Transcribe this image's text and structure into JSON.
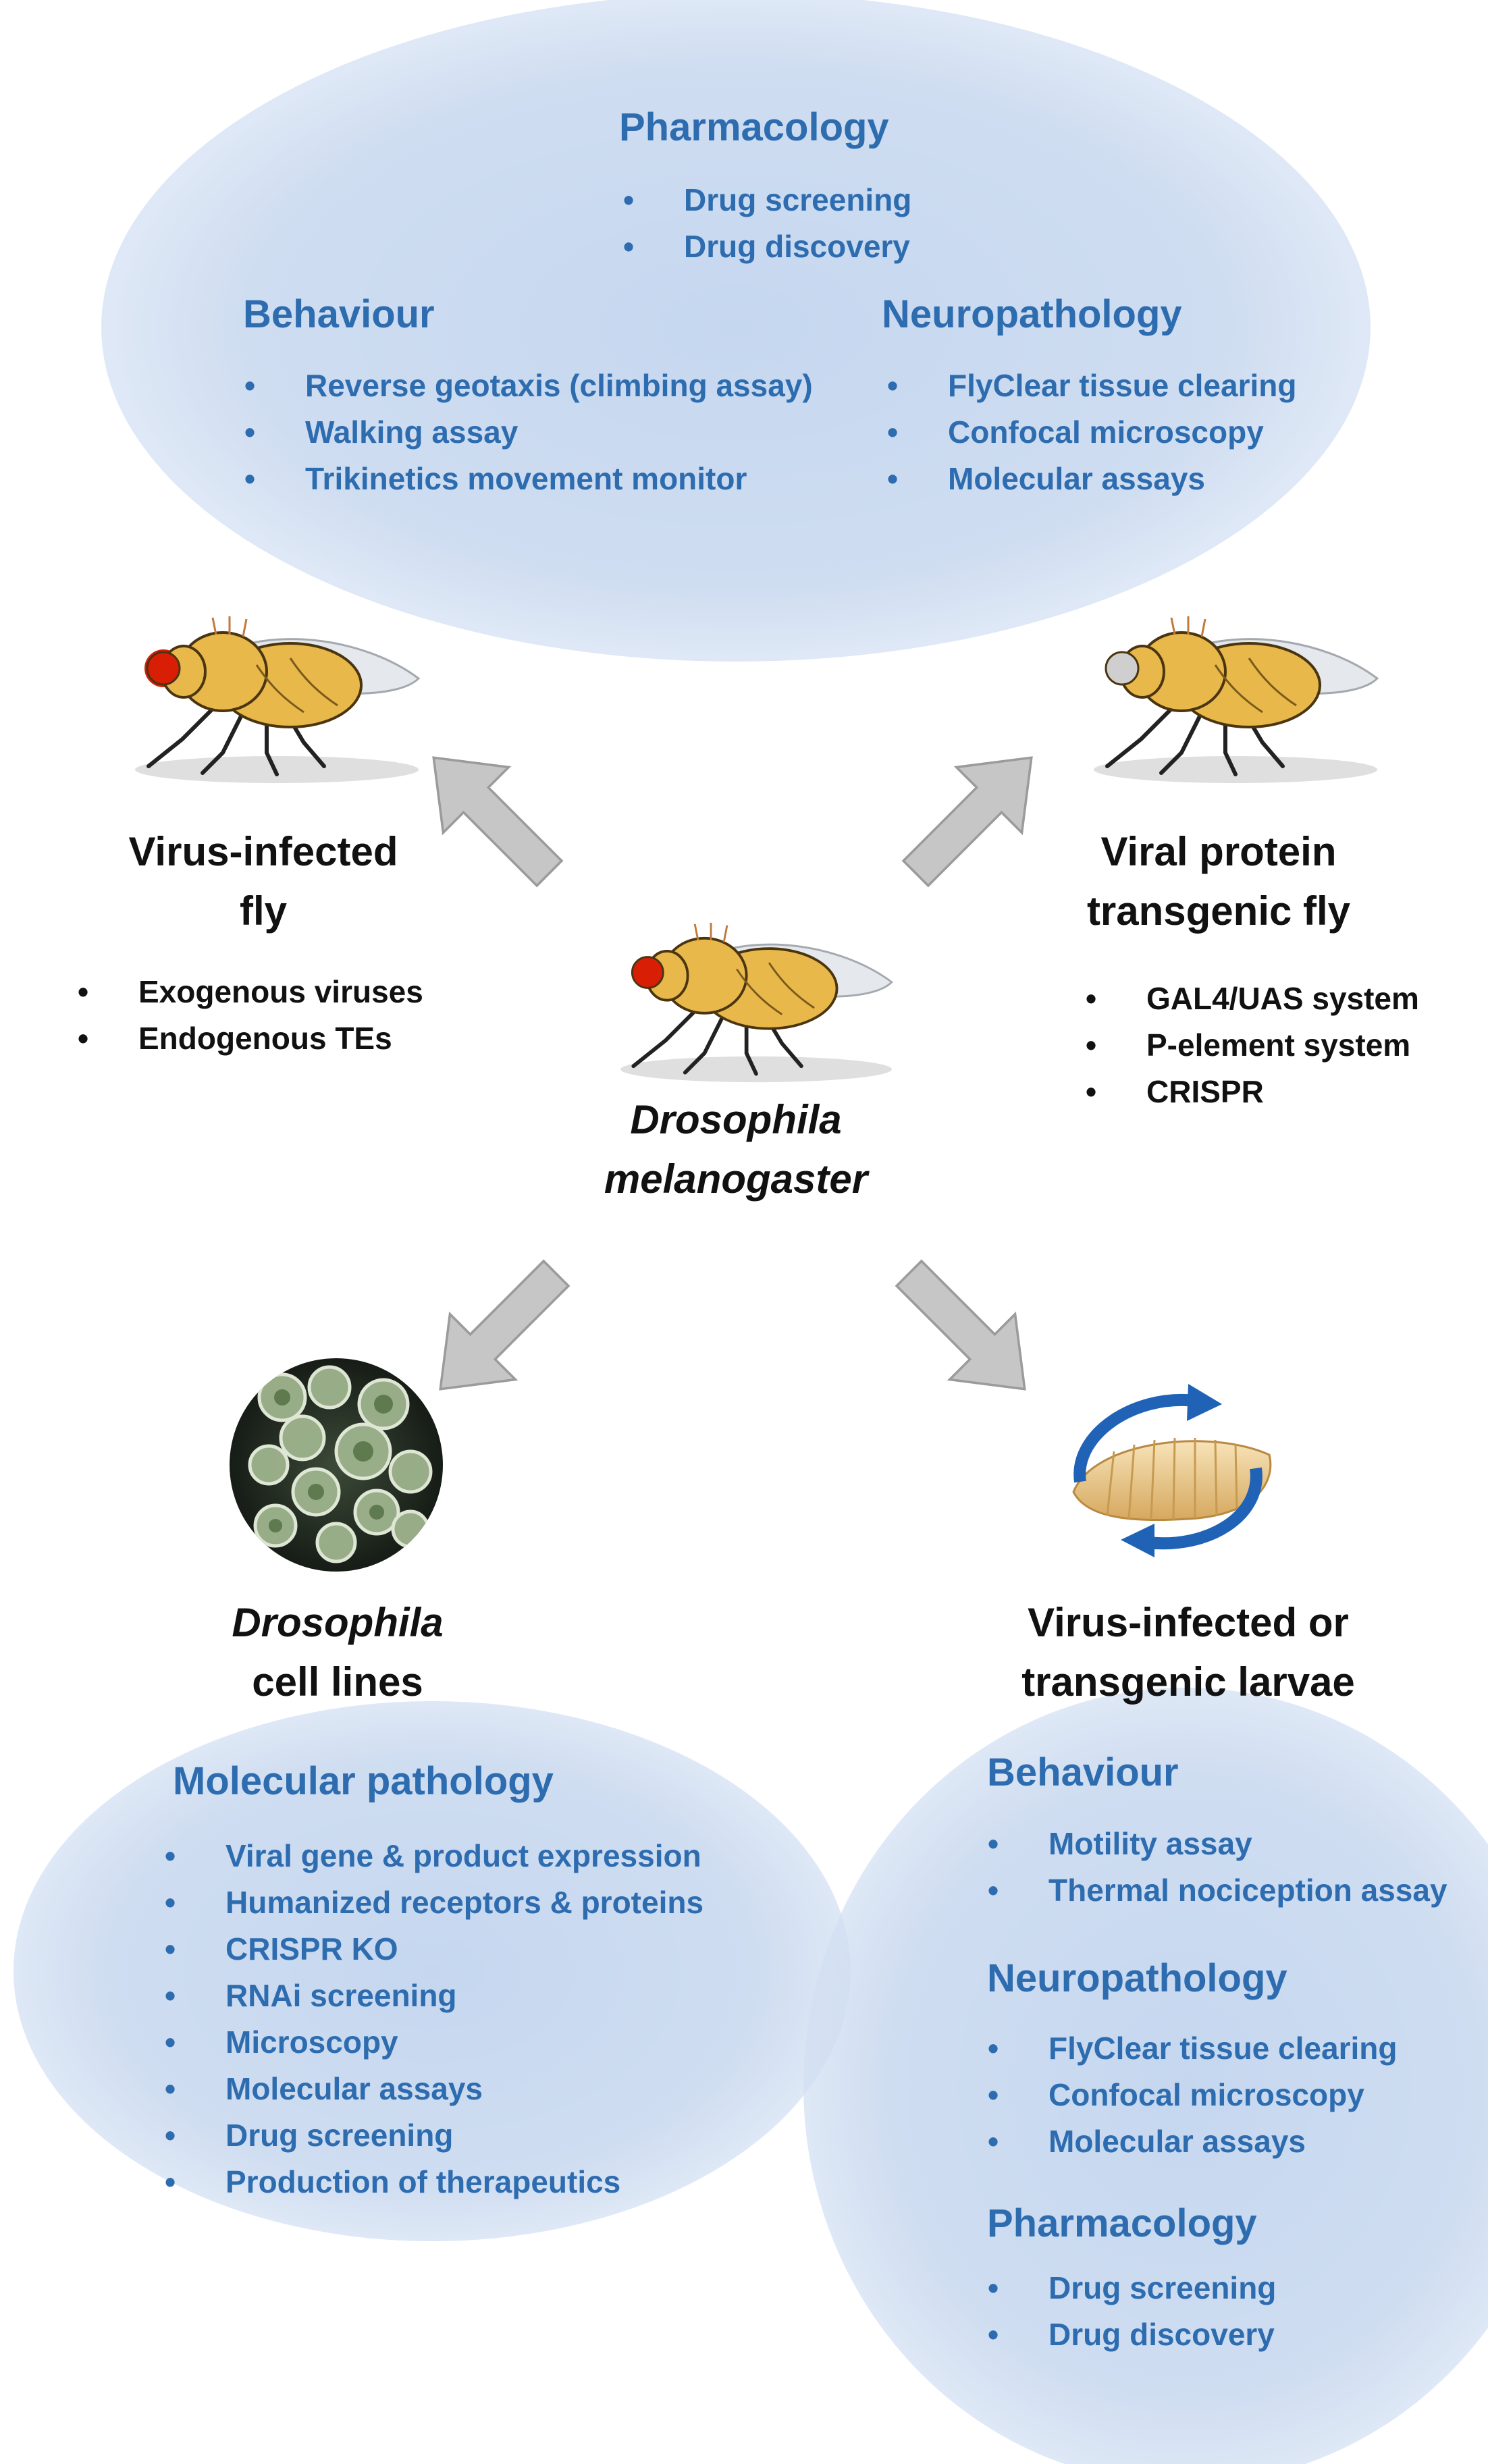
{
  "top_region": {
    "pharmacology": {
      "title": "Pharmacology",
      "items": [
        "Drug screening",
        "Drug discovery"
      ]
    },
    "behaviour": {
      "title": "Behaviour",
      "items": [
        "Reverse geotaxis (climbing assay)",
        "Walking assay",
        "Trikinetics movement monitor"
      ]
    },
    "neuropathology": {
      "title": "Neuropathology",
      "items": [
        "FlyClear tissue clearing",
        "Confocal microscopy",
        "Molecular assays"
      ]
    }
  },
  "virus_fly": {
    "title_line1": "Virus-infected",
    "title_line2": "fly",
    "items": [
      "Exogenous viruses",
      "Endogenous TEs"
    ]
  },
  "transgenic_fly": {
    "title_line1": "Viral protein",
    "title_line2": "transgenic fly",
    "items": [
      "GAL4/UAS system",
      "P-element system",
      "CRISPR"
    ]
  },
  "center": {
    "line1": "Drosophila",
    "line2": "melanogaster"
  },
  "cell_lines": {
    "title_line1": "Drosophila",
    "title_line2": "cell lines",
    "section_title": "Molecular pathology",
    "items": [
      "Viral gene & product expression",
      "Humanized receptors & proteins",
      "CRISPR KO",
      "RNAi screening",
      "Microscopy",
      "Molecular assays",
      "Drug screening",
      "Production of therapeutics"
    ]
  },
  "larvae": {
    "title_line1": "Virus-infected or",
    "title_line2": "transgenic larvae",
    "behaviour": {
      "title": "Behaviour",
      "items": [
        "Motility assay",
        "Thermal nociception assay"
      ]
    },
    "neuropathology": {
      "title": "Neuropathology",
      "items": [
        "FlyClear tissue clearing",
        "Confocal microscopy",
        "Molecular assays"
      ]
    },
    "pharmacology": {
      "title": "Pharmacology",
      "items": [
        "Drug screening",
        "Drug discovery"
      ]
    }
  },
  "colors": {
    "heading_blue": "#2e6cb0",
    "blob_blue": "#c9d9ef",
    "arrow_gray": "#c6c6c6",
    "fly_eye_red": "#d81e05",
    "fly_body": "#e8b84a"
  }
}
